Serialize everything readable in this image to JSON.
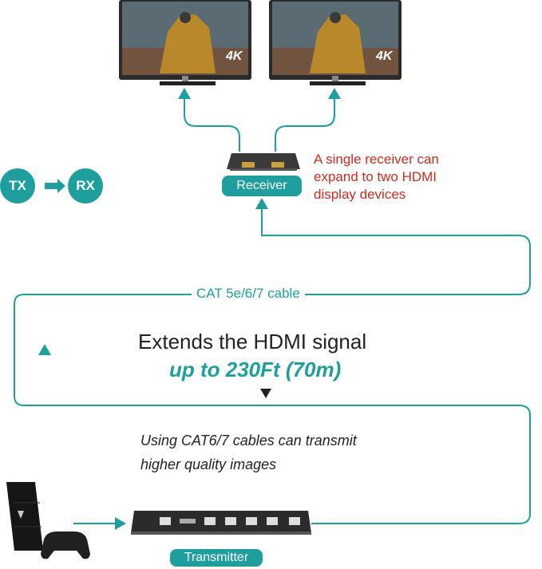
{
  "legend": {
    "tx": "TX",
    "rx": "RX"
  },
  "displays": {
    "badge": "4K"
  },
  "receiver": {
    "label": "Receiver"
  },
  "transmitter": {
    "label": "Transmitter"
  },
  "notes": {
    "receiver_line1": "A single receiver can",
    "receiver_line2": "expand to two HDMI",
    "receiver_line3": "display devices",
    "cable": "CAT 5e/6/7 cable",
    "headline": "Extends the HDMI signal",
    "distance": "up to 230Ft (70m)",
    "cat_line1": "Using CAT6/7 cables can transmit",
    "cat_line2": "higher quality images"
  },
  "colors": {
    "accent": "#1f9e9e",
    "note": "#d12a1f",
    "text": "#222222"
  }
}
